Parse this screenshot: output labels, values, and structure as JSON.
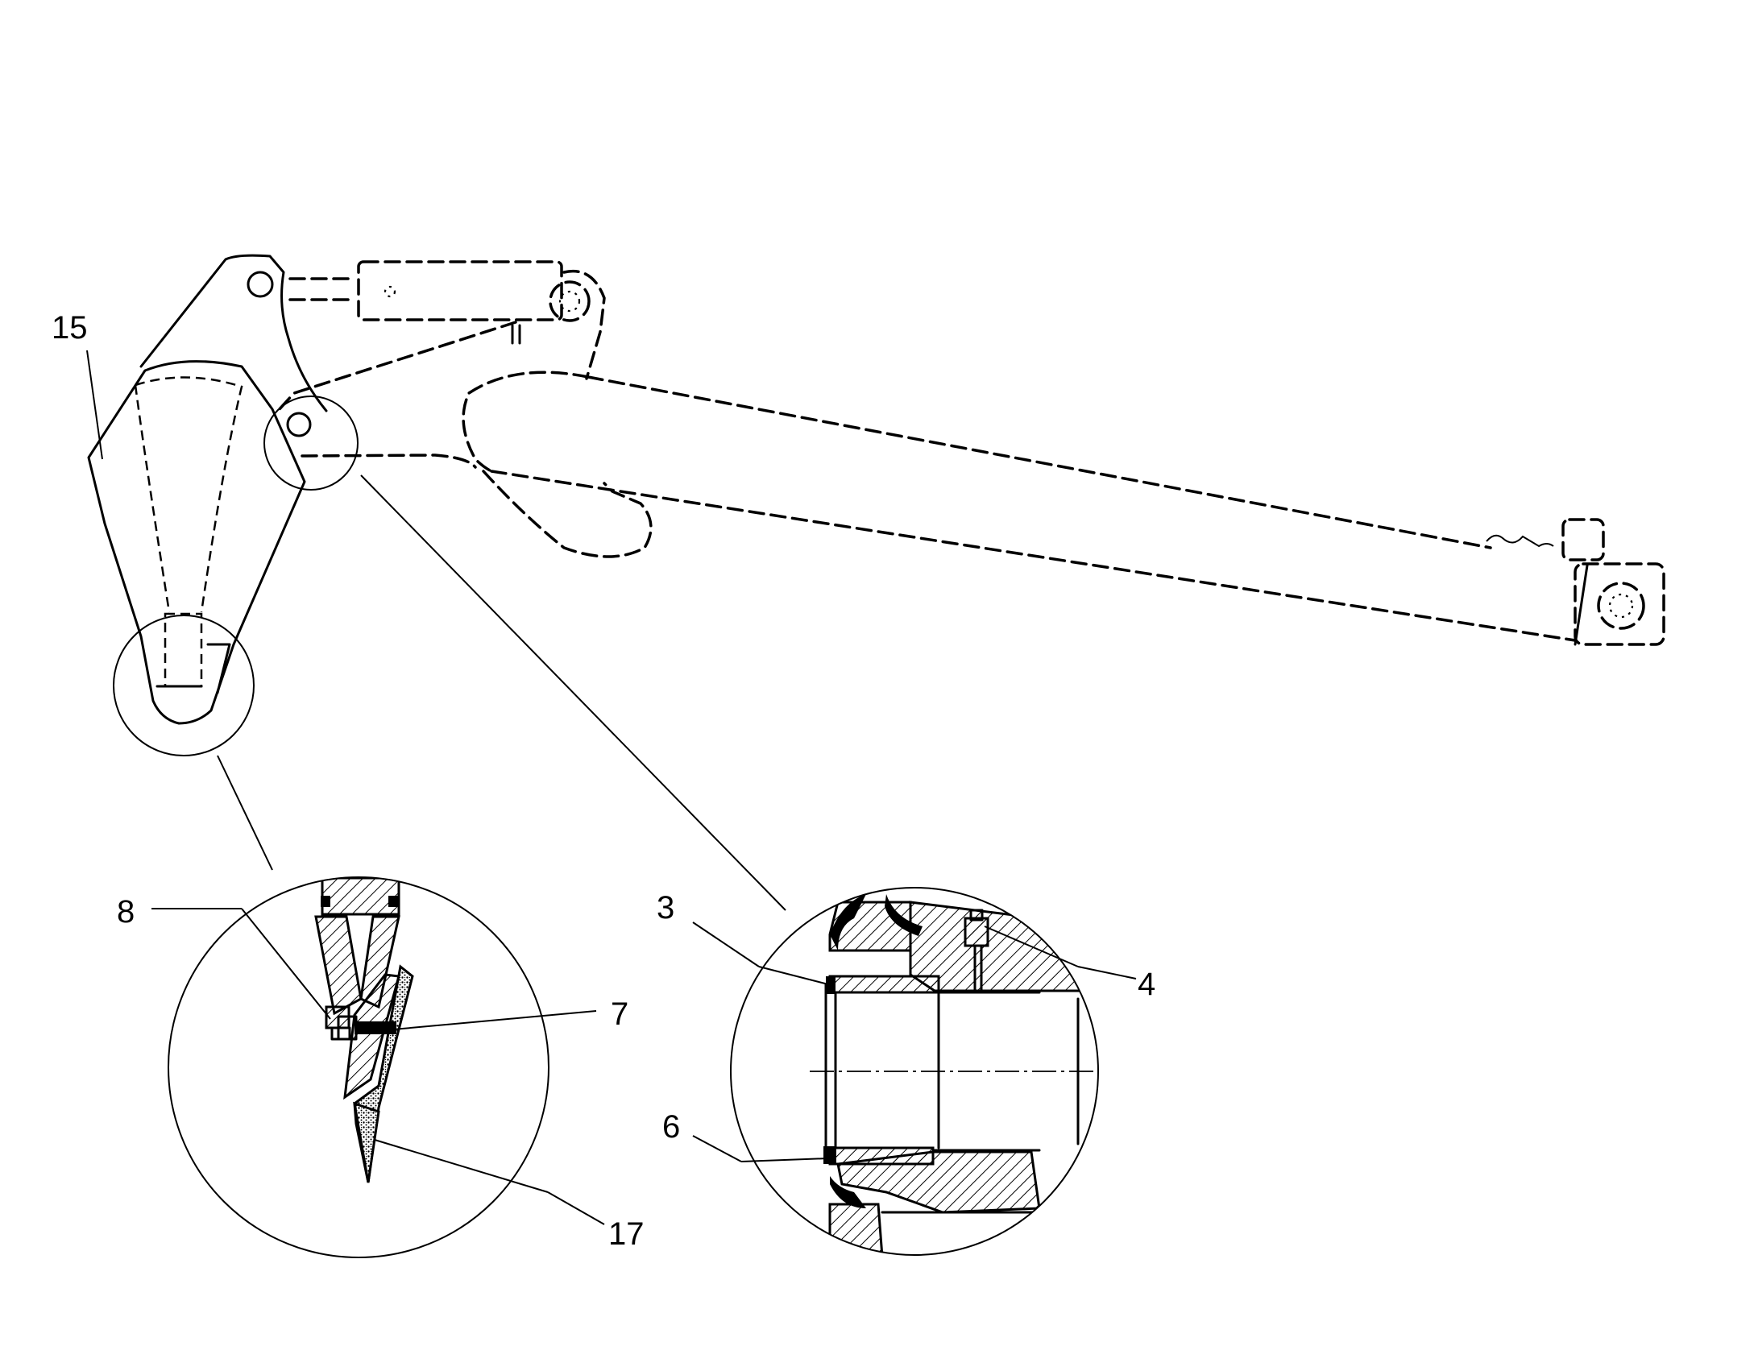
{
  "labels": {
    "l15": "15",
    "l8": "8",
    "l7": "7",
    "l17": "17",
    "l3": "3",
    "l4": "4",
    "l6": "6"
  },
  "colors": {
    "line": "#000000",
    "background": "#ffffff"
  }
}
